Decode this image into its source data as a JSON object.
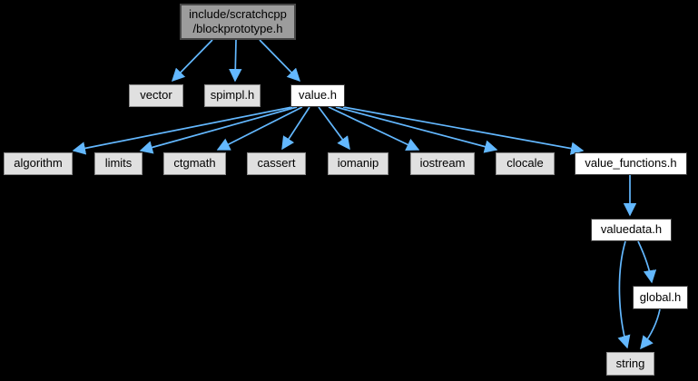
{
  "diagram": {
    "kind": "include-dependency-graph",
    "colors": {
      "background": "#000000",
      "edge": "#63B8FF",
      "text": "#000000",
      "main_fill": "#9C9C9C",
      "main_border": "#474747",
      "plain_fill": "#E0E0E0",
      "plain_border": "#8C8C8C",
      "linked_fill": "#FFFFFF",
      "linked_border": "#3A3A3A"
    },
    "nodes": [
      {
        "id": "blockprototype.h",
        "label": "include/scratchcpp\n/blockprototype.h",
        "style": "main",
        "linked": false
      },
      {
        "id": "vector",
        "label": "vector",
        "style": "plain",
        "linked": false
      },
      {
        "id": "spimpl.h",
        "label": "spimpl.h",
        "style": "plain",
        "linked": false
      },
      {
        "id": "value.h",
        "label": "value.h",
        "style": "linked",
        "linked": true
      },
      {
        "id": "algorithm",
        "label": "algorithm",
        "style": "plain",
        "linked": false
      },
      {
        "id": "limits",
        "label": "limits",
        "style": "plain",
        "linked": false
      },
      {
        "id": "ctgmath",
        "label": "ctgmath",
        "style": "plain",
        "linked": false
      },
      {
        "id": "cassert",
        "label": "cassert",
        "style": "plain",
        "linked": false
      },
      {
        "id": "iomanip",
        "label": "iomanip",
        "style": "plain",
        "linked": false
      },
      {
        "id": "iostream",
        "label": "iostream",
        "style": "plain",
        "linked": false
      },
      {
        "id": "clocale",
        "label": "clocale",
        "style": "plain",
        "linked": false
      },
      {
        "id": "value_functions.h",
        "label": "value_functions.h",
        "style": "linked",
        "linked": true
      },
      {
        "id": "valuedata.h",
        "label": "valuedata.h",
        "style": "linked",
        "linked": true
      },
      {
        "id": "global.h",
        "label": "global.h",
        "style": "linked",
        "linked": true
      },
      {
        "id": "string",
        "label": "string",
        "style": "plain",
        "linked": false
      }
    ],
    "edges": [
      {
        "from": "include/scratchcpp/blockprototype.h",
        "to": "vector"
      },
      {
        "from": "include/scratchcpp/blockprototype.h",
        "to": "spimpl.h"
      },
      {
        "from": "include/scratchcpp/blockprototype.h",
        "to": "value.h"
      },
      {
        "from": "value.h",
        "to": "algorithm"
      },
      {
        "from": "value.h",
        "to": "limits"
      },
      {
        "from": "value.h",
        "to": "ctgmath"
      },
      {
        "from": "value.h",
        "to": "cassert"
      },
      {
        "from": "value.h",
        "to": "iomanip"
      },
      {
        "from": "value.h",
        "to": "iostream"
      },
      {
        "from": "value.h",
        "to": "clocale"
      },
      {
        "from": "value.h",
        "to": "value_functions.h"
      },
      {
        "from": "value_functions.h",
        "to": "valuedata.h"
      },
      {
        "from": "valuedata.h",
        "to": "global.h"
      },
      {
        "from": "valuedata.h",
        "to": "string"
      },
      {
        "from": "global.h",
        "to": "string"
      }
    ]
  }
}
